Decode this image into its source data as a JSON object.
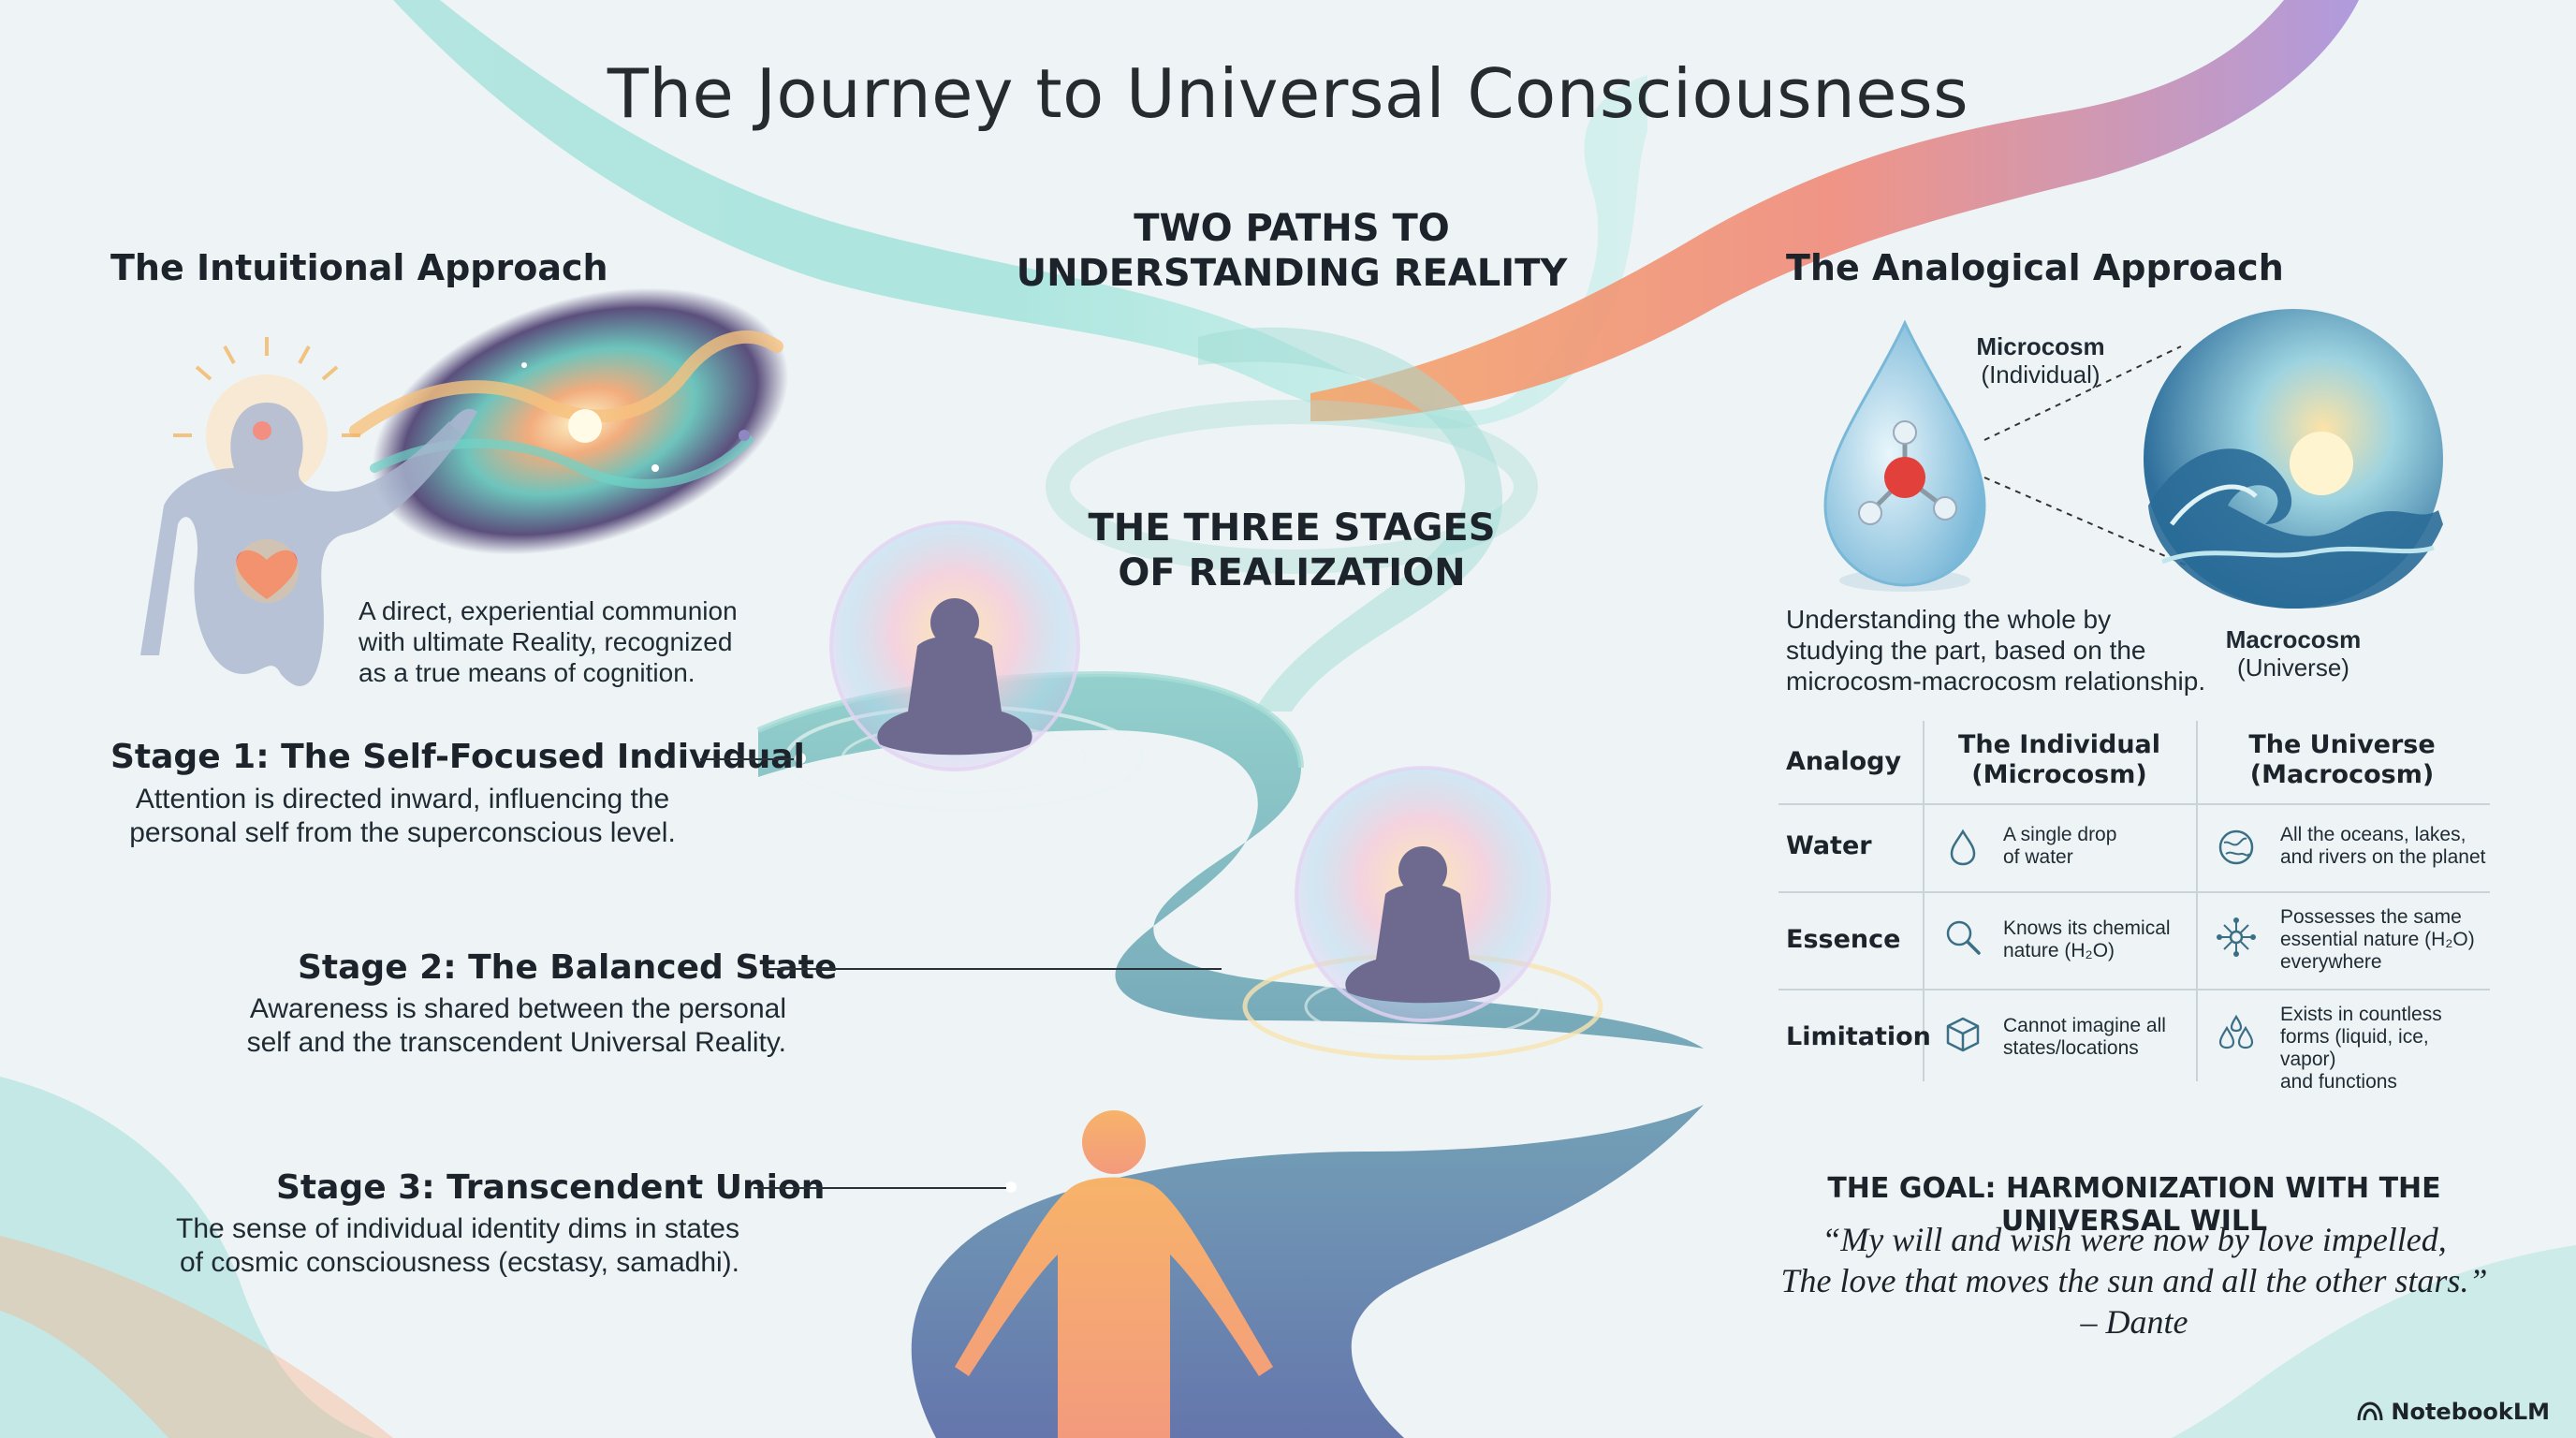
{
  "title": "The Journey to Universal Consciousness",
  "center": {
    "paths_heading": [
      "TWO PATHS TO",
      "UNDERSTANDING REALITY"
    ],
    "stages_heading": [
      "THE THREE STAGES",
      "OF REALIZATION"
    ]
  },
  "intuitional": {
    "heading": "The Intuitional Approach",
    "description": [
      "A direct, experiential communion",
      "with ultimate Reality, recognized",
      "as a true means of cognition."
    ]
  },
  "stages": [
    {
      "title": "Stage 1: The Self-Focused Individual",
      "desc": [
        "Attention is directed inward, influencing the",
        "personal self from the superconscious level."
      ]
    },
    {
      "title": "Stage 2: The Balanced State",
      "desc": [
        "Awareness is shared between the personal",
        "self and the transcendent Universal Reality."
      ]
    },
    {
      "title": "Stage 3: Transcendent Union",
      "desc": [
        "The sense of individual identity dims in states",
        "of cosmic consciousness (ecstasy, samadhi)."
      ]
    }
  ],
  "analogical": {
    "heading": "The Analogical Approach",
    "microcosm_label": [
      "Microcosm",
      "(Individual)"
    ],
    "macrocosm_label": [
      "Macrocosm",
      "(Universe)"
    ],
    "description": [
      "Understanding the whole by",
      "studying the part, based on the",
      "microcosm-macrocosm relationship."
    ],
    "table": {
      "headers": [
        "Analogy",
        "The Individual (Microcosm)",
        "The Universe (Macrocosm)"
      ],
      "header_lines": [
        [
          "The Individual",
          "(Microcosm)"
        ],
        [
          "The Universe",
          "(Macrocosm)"
        ]
      ],
      "rows": [
        {
          "label": "Water",
          "individual": [
            "A single drop",
            "of water"
          ],
          "universe": [
            "All the oceans, lakes,",
            "and rivers on the planet"
          ],
          "icon_individual": "drop-icon",
          "icon_universe": "globe-icon"
        },
        {
          "label": "Essence",
          "individual": [
            "Knows its chemical",
            "nature (H₂O)"
          ],
          "universe": [
            "Possesses the same",
            "essential nature (H₂O)",
            "everywhere"
          ],
          "icon_individual": "magnifier-icon",
          "icon_universe": "molecule-network-icon"
        },
        {
          "label": "Limitation",
          "individual": [
            "Cannot imagine all",
            "states/locations"
          ],
          "universe": [
            "Exists in countless",
            "forms (liquid, ice, vapor)",
            "and functions"
          ],
          "icon_individual": "box-icon",
          "icon_universe": "drops-icon"
        }
      ]
    }
  },
  "goal": {
    "heading": "THE GOAL: HARMONIZATION WITH THE UNIVERSAL WILL",
    "quote_lines": [
      "“My will and wish were now by love impelled,",
      "The love that moves the sun and all the other stars.”"
    ],
    "attribution": "– Dante"
  },
  "brand": "NotebookLM",
  "colors": {
    "teal": "#6fd3c8",
    "orange": "#f5a56a",
    "purple": "#9a8cd8",
    "path_top": "#6fb7b8",
    "path_bottom": "#5d6fa8",
    "figure_orange": "#f4a36a"
  }
}
